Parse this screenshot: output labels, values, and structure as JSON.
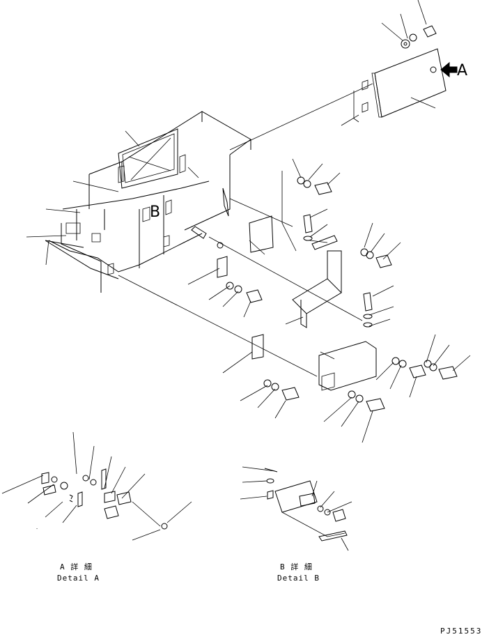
{
  "callouts": {
    "a": "A",
    "b": "B"
  },
  "detail_a": {
    "caption_jp": "A 詳 細",
    "caption_en": "Detail A"
  },
  "detail_b": {
    "caption_jp": "B 詳 細",
    "caption_en": "Detail B"
  },
  "drawing_number": "PJ51553"
}
